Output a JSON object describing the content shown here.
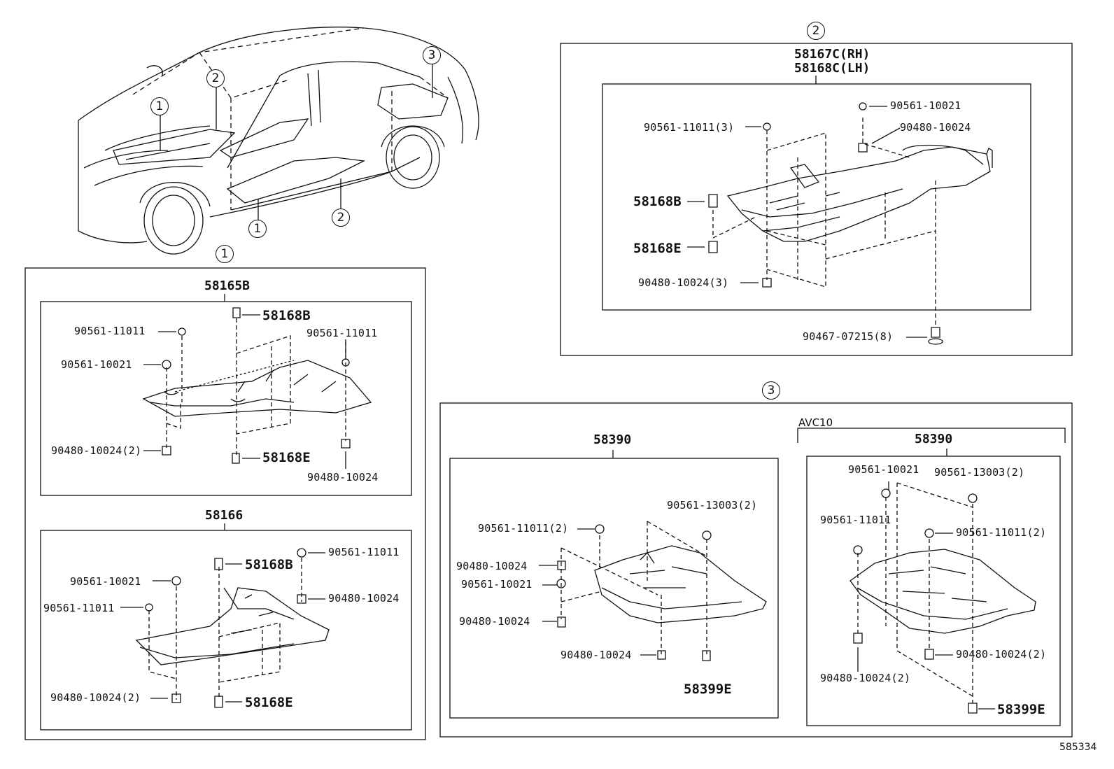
{
  "callouts": {
    "car_1a": "1",
    "car_2a": "2",
    "car_3": "3",
    "car_1b": "1",
    "car_2b": "2",
    "sec1": "1",
    "sec2": "2",
    "sec3": "3"
  },
  "section1": {
    "top": {
      "title": "58165B",
      "labels": [
        "58168B",
        "90561-11011",
        "90561-11011",
        "90561-10021",
        "90480-10024(2)",
        "58168E",
        "90480-10024"
      ]
    },
    "bottom": {
      "title": "58166",
      "labels": [
        "58168B",
        "90561-11011",
        "90561-10021",
        "90480-10024",
        "90561-11011",
        "90480-10024(2)",
        "58168E"
      ]
    }
  },
  "section2": {
    "title_rh": "58167C(RH)",
    "title_lh": "58168C(LH)",
    "labels": [
      "90561-10021",
      "90561-11011(3)",
      "90480-10024",
      "58168B",
      "58168E",
      "90480-10024(3)",
      "90467-07215(8)"
    ]
  },
  "section3": {
    "left": {
      "title": "58390",
      "labels": [
        "90561-13003(2)",
        "90561-11011(2)",
        "90480-10024",
        "90561-10021",
        "90480-10024",
        "90480-10024",
        "58399E"
      ]
    },
    "right": {
      "variant": "AVC10",
      "title": "58390",
      "labels": [
        "90561-10021",
        "90561-13003(2)",
        "90561-11011",
        "90561-11011(2)",
        "90480-10024(2)",
        "90480-10024(2)",
        "58399E"
      ]
    }
  },
  "catalog_number": "585334"
}
